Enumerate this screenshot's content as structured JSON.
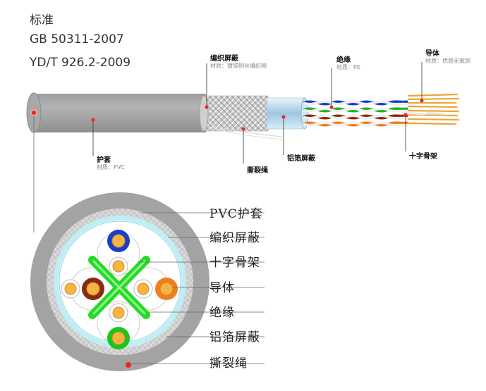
{
  "standards": {
    "heading": "标准",
    "gb": "GB 50311-2007",
    "yd": "YD/T 926.2-2009"
  },
  "side_labels": {
    "braid": {
      "name": "编织屏蔽",
      "material": "材质：镀锡铜丝编织网"
    },
    "insulation": {
      "name": "绝缘",
      "material": "材质：PE"
    },
    "conductor": {
      "name": "导体",
      "material": "材质：优质无氧铜"
    },
    "jacket": {
      "name": "护套",
      "material": "材质：PVC"
    },
    "ripcord": {
      "name": "撕裂绳"
    },
    "foil": {
      "name": "铝箔屏蔽"
    },
    "cross": {
      "name": "十字骨架"
    }
  },
  "cross_section_labels": [
    "PVC护套",
    "编织屏蔽",
    "十字骨架",
    "导体",
    "绝缘",
    "铝箔屏蔽",
    "撕裂绳"
  ],
  "colors": {
    "jacket": "#a3a3a3",
    "braid": "#d6d6d6",
    "foil": "#bfeef4",
    "cross": "#22dd22",
    "marker": "#e8262a",
    "blue": "#1a3ec8",
    "brown": "#8a2a12",
    "orange": "#f07d1e",
    "green": "#1cc41c",
    "copper": "#f6b443"
  }
}
